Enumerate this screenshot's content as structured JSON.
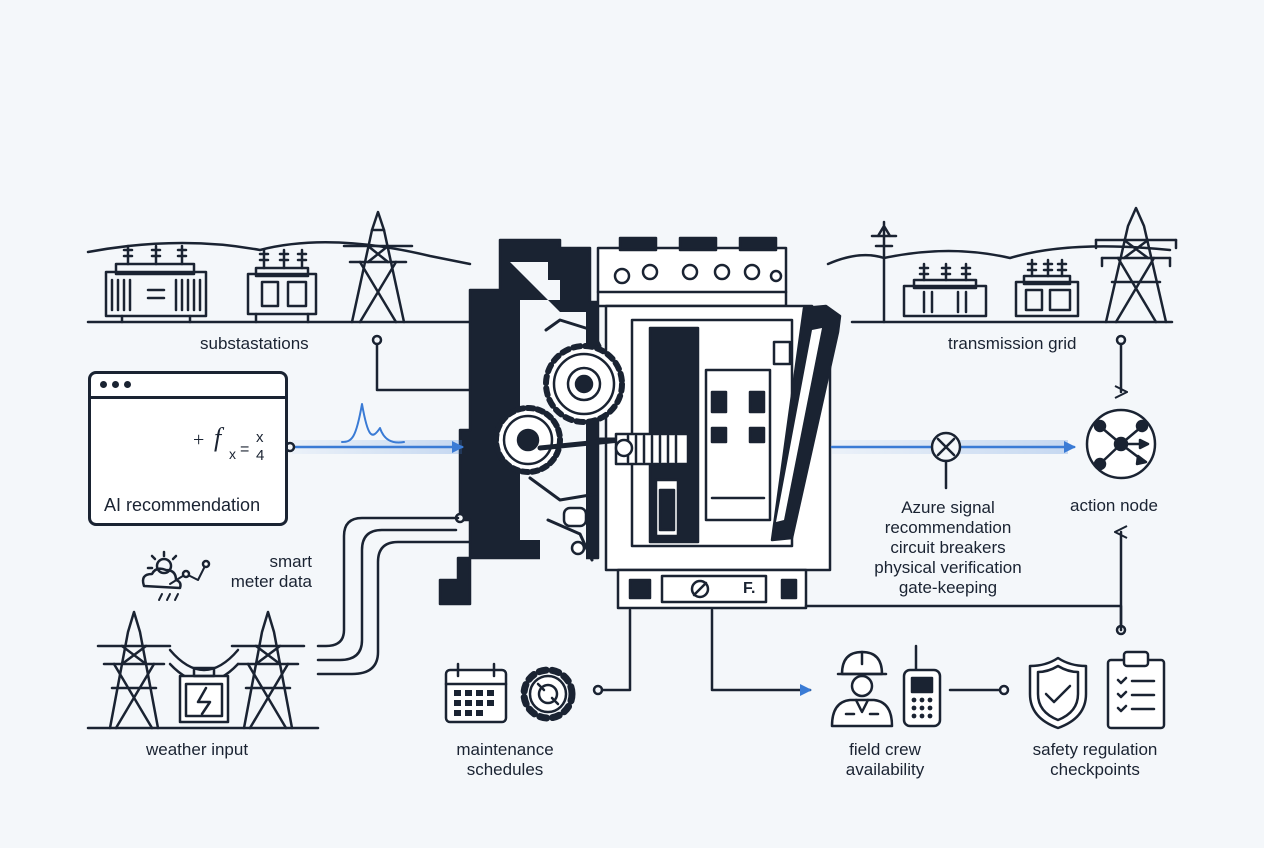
{
  "labels": {
    "substations": "substastations",
    "transmission_grid": "transmission grid",
    "ai_recommendation": "AI recommendation",
    "formula_plus": "+",
    "formula_f": "f",
    "formula_x": "x",
    "formula_eq": "=",
    "formula_num": "x",
    "formula_den": "4",
    "smart_meter": [
      "smart",
      "meter data"
    ],
    "weather_input": "weather input",
    "maintenance": [
      "maintenance",
      "schedules"
    ],
    "field_crew": [
      "field crew",
      "availability"
    ],
    "safety": [
      "safety regulation",
      "checkpoints"
    ],
    "action_node": "action node",
    "azure_block": [
      "Azure signal",
      "recommendation",
      "circuit breakers",
      "physical verification",
      "gate-keeping"
    ],
    "breaker_plate": "F."
  },
  "colors": {
    "ink": "#1a2332",
    "accent": "#3a7bd5",
    "background": "#f4f7fa"
  },
  "icons": [
    "substation-icon",
    "transmission-tower-icon",
    "brain-icon",
    "gear-icon",
    "calendar-icon",
    "weather-icon",
    "worker-icon",
    "radio-icon",
    "shield-check-icon",
    "clipboard-icon",
    "network-node-icon",
    "battery-icon"
  ]
}
